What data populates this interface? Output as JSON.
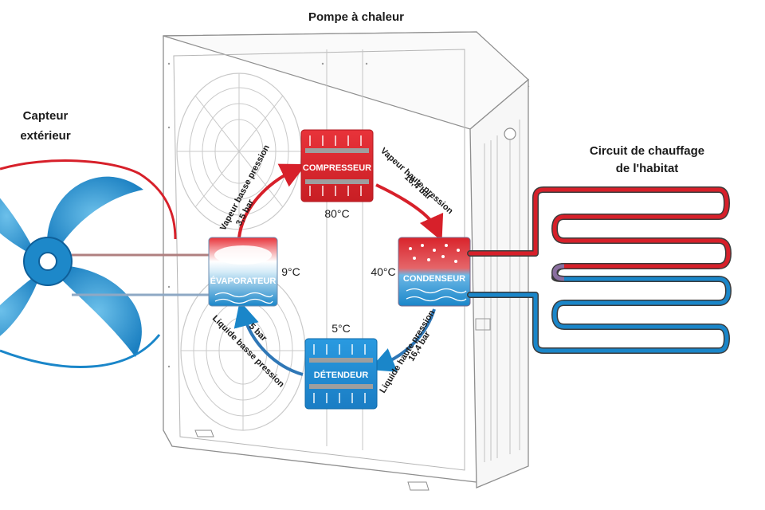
{
  "title": "Pompe à chaleur",
  "outdoor_sensor": {
    "line1": "Capteur",
    "line2": "extérieur"
  },
  "heating_circuit": {
    "line1": "Circuit de chauffage",
    "line2": "de l'habitat"
  },
  "components": {
    "compresseur": {
      "label": "COMPRESSEUR",
      "temp": "80°C"
    },
    "condenseur": {
      "label": "CONDENSEUR",
      "temp": "40°C"
    },
    "detendeur": {
      "label": "DÉTENDEUR",
      "temp": "5°C"
    },
    "evaporateur": {
      "label": "ÉVAPORATEUR",
      "temp": "9°C"
    }
  },
  "flows": {
    "vapeur_basse": {
      "label": "Vapeur basse pression",
      "pressure": "3,5 bar"
    },
    "vapeur_haute": {
      "label": "Vapeur haute pression",
      "pressure": "16,4 bar"
    },
    "liquide_haute": {
      "label": "Liquide haute pression",
      "pressure": "16,4 bar"
    },
    "liquide_basse": {
      "label": "Liquide basse pression",
      "pressure": "5 bar"
    }
  },
  "colors": {
    "hot": "#d7202a",
    "cold": "#1a86c9",
    "unit_outline": "#8e8e8e",
    "unit_fill": "#ffffff"
  },
  "icons": {
    "fan": "fan-icon",
    "arrow": "flow-arrow-icon"
  }
}
